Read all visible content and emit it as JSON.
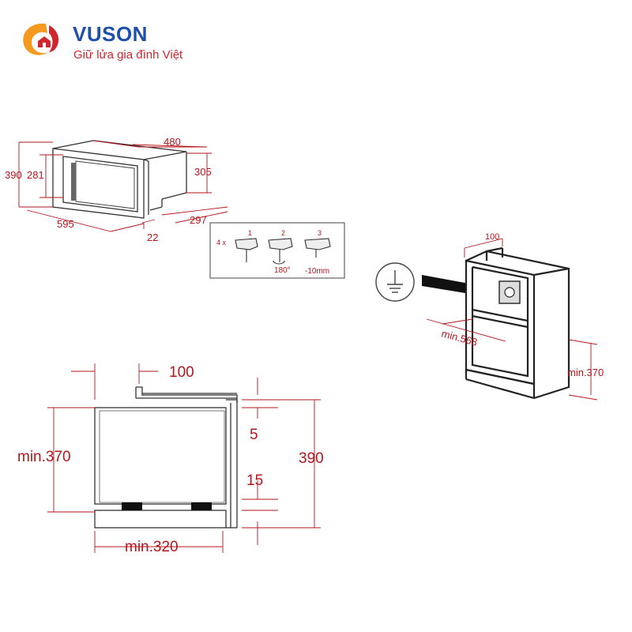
{
  "brand": {
    "name": "VUSON",
    "slogan": "Giữ lửa gia đình Việt",
    "colors": {
      "blue": "#1f4fa8",
      "red": "#d0262d",
      "orange": "#f39a1f",
      "dim": "#b5161d"
    }
  },
  "appliance_view": {
    "width": "480",
    "height_total": "390",
    "height_inner": "281",
    "height_side": "305",
    "front_width": "595",
    "depth": "297",
    "frame": "22"
  },
  "install_steps": {
    "qty": "4 x",
    "step1": "1",
    "step2": "2",
    "step3": "3",
    "rotate": "180°",
    "offset": "-10mm"
  },
  "cabinet_view": {
    "top_clearance": "100",
    "min_depth": "min.568",
    "min_height": "min.370",
    "ground_symbol": "ground-icon"
  },
  "section_view": {
    "top_clearance": "100",
    "min_height": "min.370",
    "gap_top": "5",
    "gap_bottom": "15",
    "total_height": "390",
    "min_depth": "min.320"
  }
}
